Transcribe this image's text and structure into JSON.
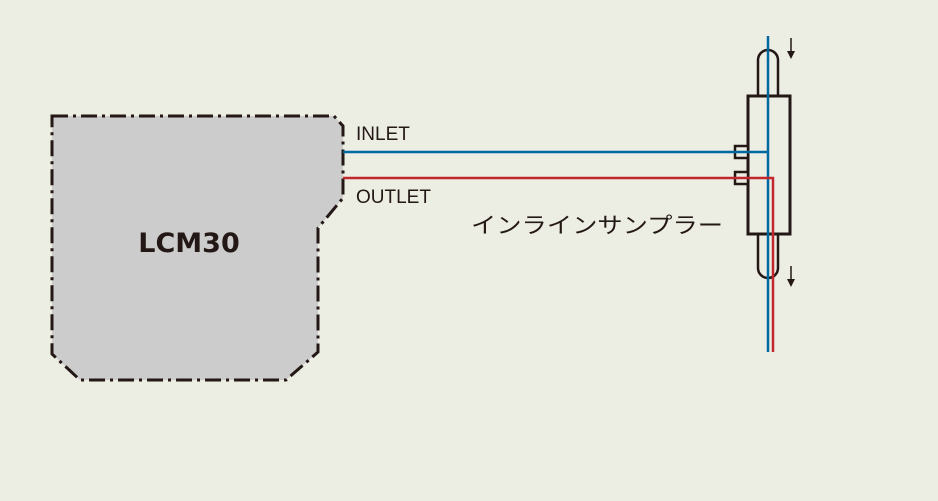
{
  "device": {
    "name": "LCM30"
  },
  "ports": {
    "inlet_label": "INLET",
    "outlet_label": "OUTLET"
  },
  "sampler": {
    "label": "インラインサンプラー"
  },
  "colors": {
    "background": "#ecede3",
    "device_fill": "#cbcccb",
    "outline": "#231815",
    "inlet_line": "#0068a0",
    "outlet_line": "#c1272d"
  }
}
